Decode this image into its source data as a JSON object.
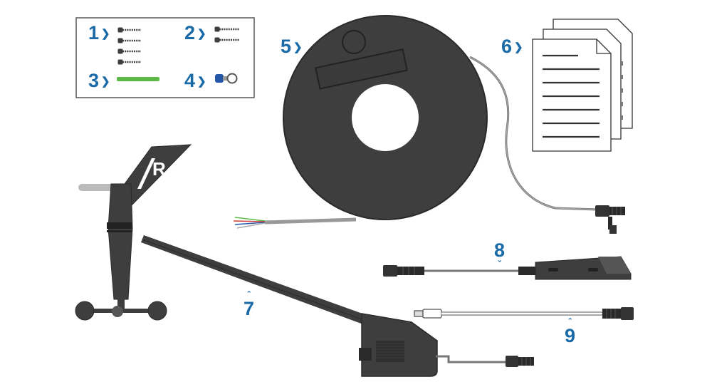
{
  "callouts": [
    {
      "id": "1",
      "label": "1",
      "arrow": "right"
    },
    {
      "id": "2",
      "label": "2",
      "arrow": "right"
    },
    {
      "id": "3",
      "label": "3",
      "arrow": "right"
    },
    {
      "id": "4",
      "label": "4",
      "arrow": "right"
    },
    {
      "id": "5",
      "label": "5",
      "arrow": "right"
    },
    {
      "id": "6",
      "label": "6",
      "arrow": "right"
    },
    {
      "id": "7",
      "label": "7",
      "arrow": "up"
    },
    {
      "id": "8",
      "label": "8",
      "arrow": "down"
    },
    {
      "id": "9",
      "label": "9",
      "arrow": "up"
    }
  ],
  "logo_letter": "R",
  "colors": {
    "callout": "#1a6aa8",
    "body": "#3e3e3e",
    "body_dark": "#2a2a2a",
    "cable": "#8a8a8a",
    "green": "#5cb946",
    "blue": "#2457a8",
    "paper": "#ffffff",
    "line": "#333333"
  },
  "arrows": {
    "right": "❯",
    "up": "ˆ",
    "down": "ˇ"
  }
}
